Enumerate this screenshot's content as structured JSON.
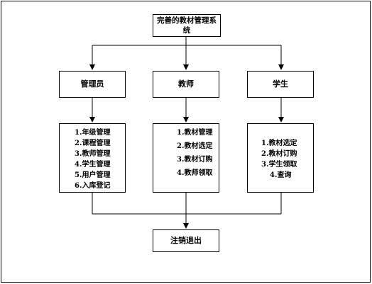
{
  "diagram": {
    "root": {
      "title": "完善的教材管理系统"
    },
    "roles": [
      {
        "title": "管理员",
        "functions": [
          "1.年级管理",
          "2.课程管理",
          "3.教师管理",
          "4.学生管理",
          "5.用户管理",
          "6.入库登记"
        ]
      },
      {
        "title": "教师",
        "functions": [
          "1.教材管理",
          "2.教材选定",
          "3.教材订购",
          "4.教师领取"
        ]
      },
      {
        "title": "学生",
        "functions": [
          "1.教材选定",
          "2.教材订购",
          "3.学生领取",
          "4.查询"
        ]
      }
    ],
    "exit": {
      "title": "注销退出"
    }
  }
}
